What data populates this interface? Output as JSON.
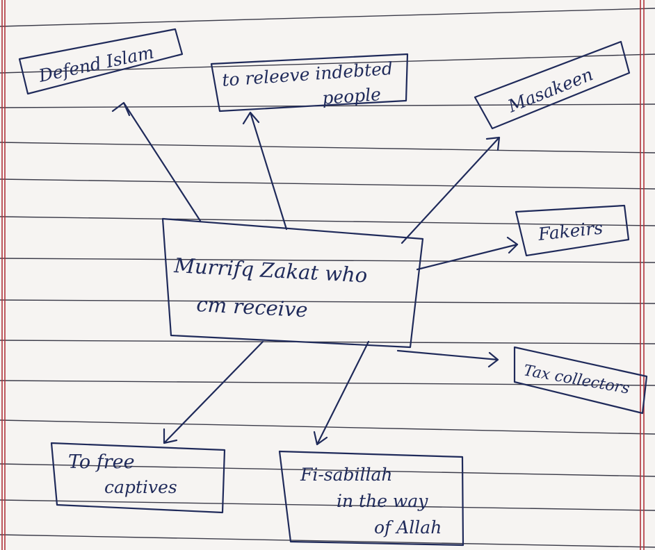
{
  "diagram": {
    "center": {
      "line1": "Murrifq Zakat who",
      "line2": "cm receive"
    },
    "nodes": {
      "defend_islam": "Defend Islam",
      "indebted": {
        "line1": "to releeve indebted",
        "line2": "people"
      },
      "masakeen": "Masakeen",
      "fakirs": "Fakeirs",
      "tax_collectors": "Tax collectors",
      "free_captives": {
        "line1": "To free",
        "line2": "captives"
      },
      "fisabillah": {
        "line1": "Fi-sabillah",
        "line2": "in the way",
        "line3": "of Allah"
      }
    }
  },
  "colors": {
    "ink": "#1f2a5a",
    "paper": "#f6f4f2",
    "rule": "#3a3a48",
    "margin": "#b0323a"
  }
}
